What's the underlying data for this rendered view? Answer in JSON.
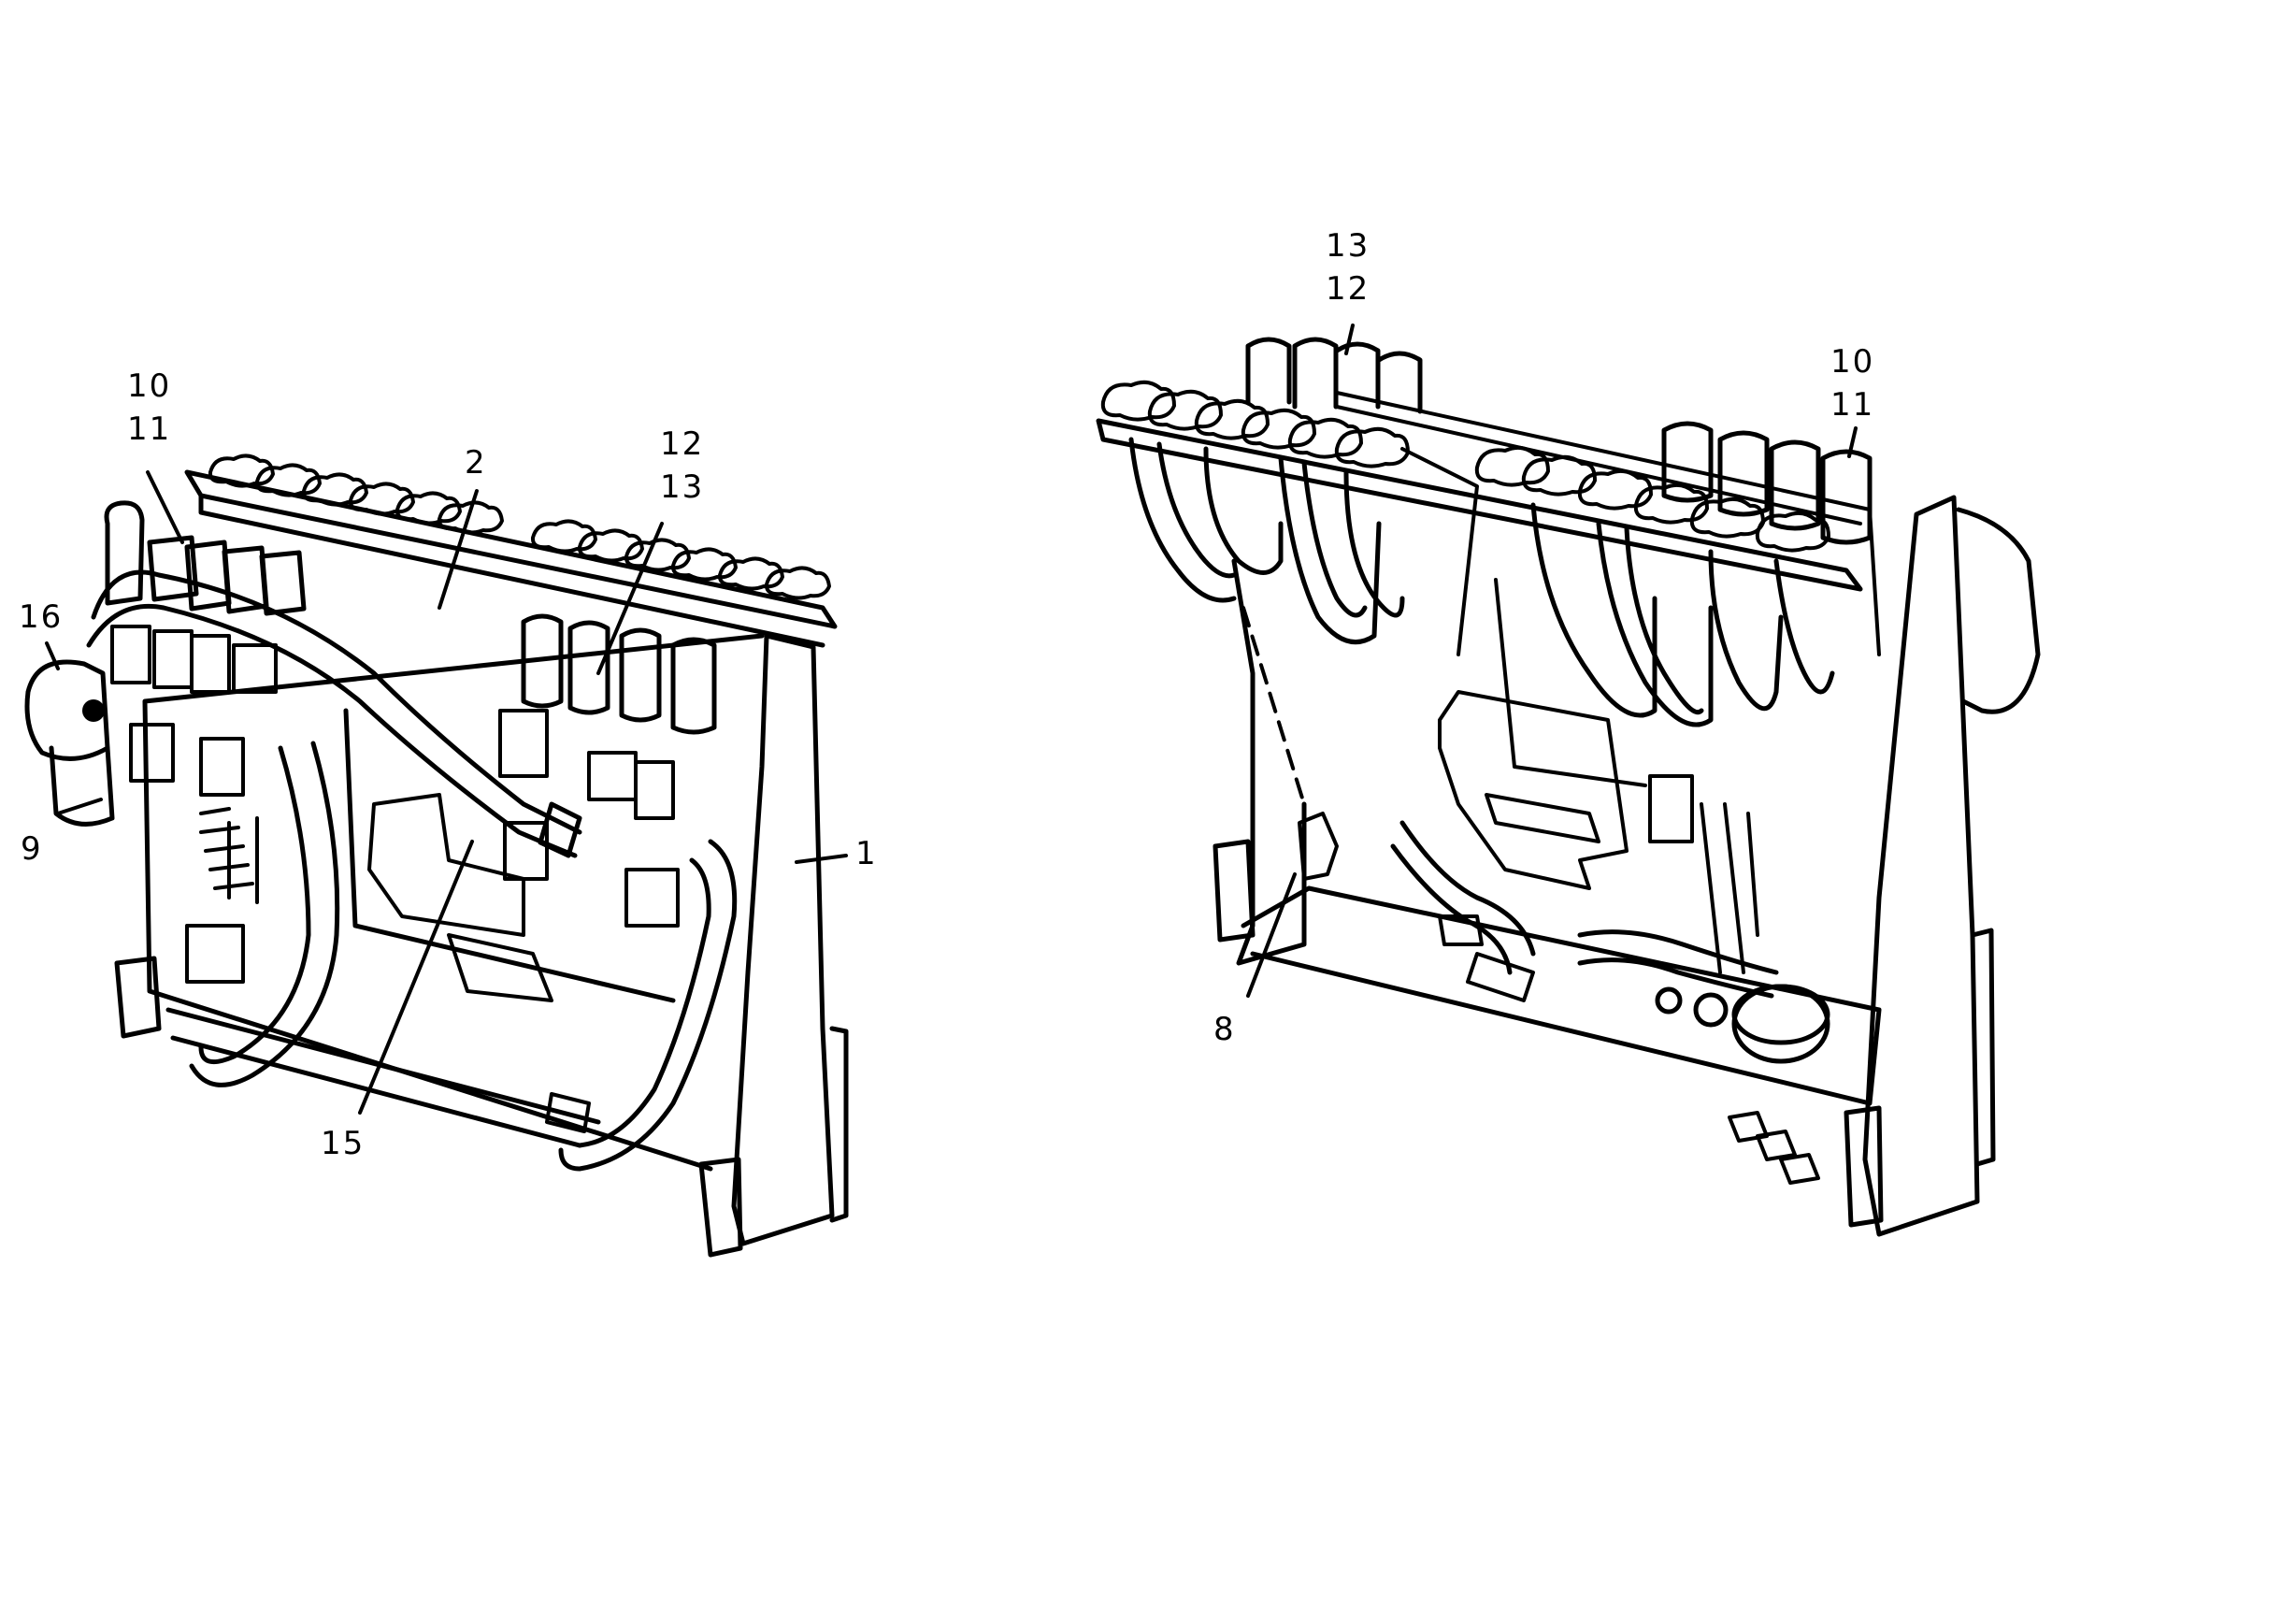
{
  "colors": {
    "ink": "#000000",
    "paper": "#ffffff"
  },
  "left_view": {
    "callouts": {
      "c10": "10",
      "c11": "11",
      "c2": "2",
      "c12": "12",
      "c13": "13",
      "c16": "16",
      "c9": "9",
      "c1": "1",
      "c15": "15"
    }
  },
  "right_view": {
    "callouts": {
      "c13": "13",
      "c12": "12",
      "c10": "10",
      "c11": "11",
      "c8": "8"
    }
  }
}
